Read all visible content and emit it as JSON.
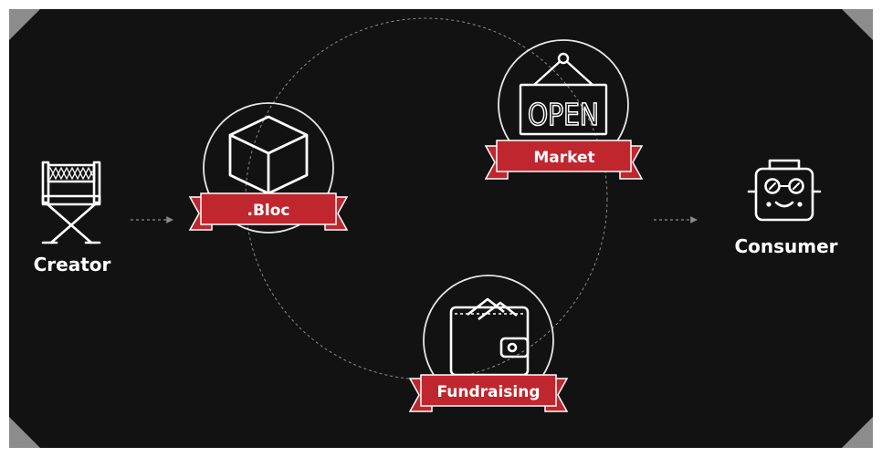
{
  "nodes": {
    "creator": {
      "label": "Creator"
    },
    "consumer": {
      "label": "Consumer"
    },
    "bloc": {
      "label": ".Bloc"
    },
    "market": {
      "label": "Market",
      "sign_text": "OPEN"
    },
    "fundraising": {
      "label": "Fundraising"
    }
  },
  "colors": {
    "background": "#121212",
    "ribbon": "#c0262e",
    "ribbon_dark": "#7d1418",
    "icon_stroke": "#ffffff",
    "connector": "#8a8a8a"
  },
  "icons": [
    "director-chair-icon",
    "cube-icon",
    "open-sign-icon",
    "wallet-icon",
    "robot-face-icon"
  ]
}
